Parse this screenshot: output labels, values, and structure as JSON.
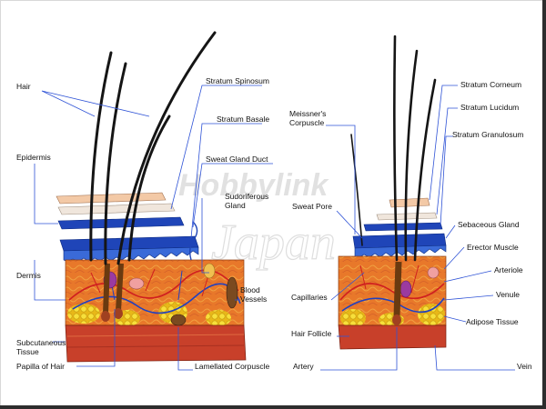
{
  "watermark": {
    "line1": "Hobbylink",
    "line2": "Japan"
  },
  "labels": {
    "hair": "Hair",
    "epidermis": "Epidermis",
    "dermis": "Dermis",
    "subcutaneous_1": "Subcutaneous",
    "subcutaneous_2": "Tissue",
    "papilla_of_hair": "Papilla of Hair",
    "stratum_spinosum": "Stratum Spinosum",
    "stratum_basale": "Stratum Basale",
    "sweat_gland_duct": "Sweat Gland Duct",
    "sudoriferous_1": "Sudoriferous",
    "sudoriferous_2": "Gland",
    "blood_vessels_1": "Blood",
    "blood_vessels_2": "Vessels",
    "lamellated_corpuscle": "Lamellated Corpuscle",
    "meissners_1": "Meissner's",
    "meissners_2": "Corpuscle",
    "sweat_pore": "Sweat Pore",
    "capillaries": "Capillaries",
    "hair_follicle": "Hair  Follicle",
    "artery": "Artery",
    "stratum_corneum": "Stratum Corneum",
    "stratum_lucidum": "Stratum  Lucidum",
    "stratum_granulosum": "Stratum Granulosum",
    "sebaceous_gland": "Sebaceous Gland",
    "erector_muscle": "Erector  Muscle",
    "arteriole": "Arteriole",
    "venule": "Venule",
    "adipose_tissue": "Adipose  Tissue",
    "vein": "Vein"
  },
  "colors": {
    "leader": "#2f53d6",
    "stratum_corneum": "#f3c9a6",
    "blue_layer": "#1f45b8",
    "dermis": "#e8782a",
    "subcutaneous": "#c8402a",
    "adipose": "#f2d11c",
    "hair": "#151515"
  }
}
